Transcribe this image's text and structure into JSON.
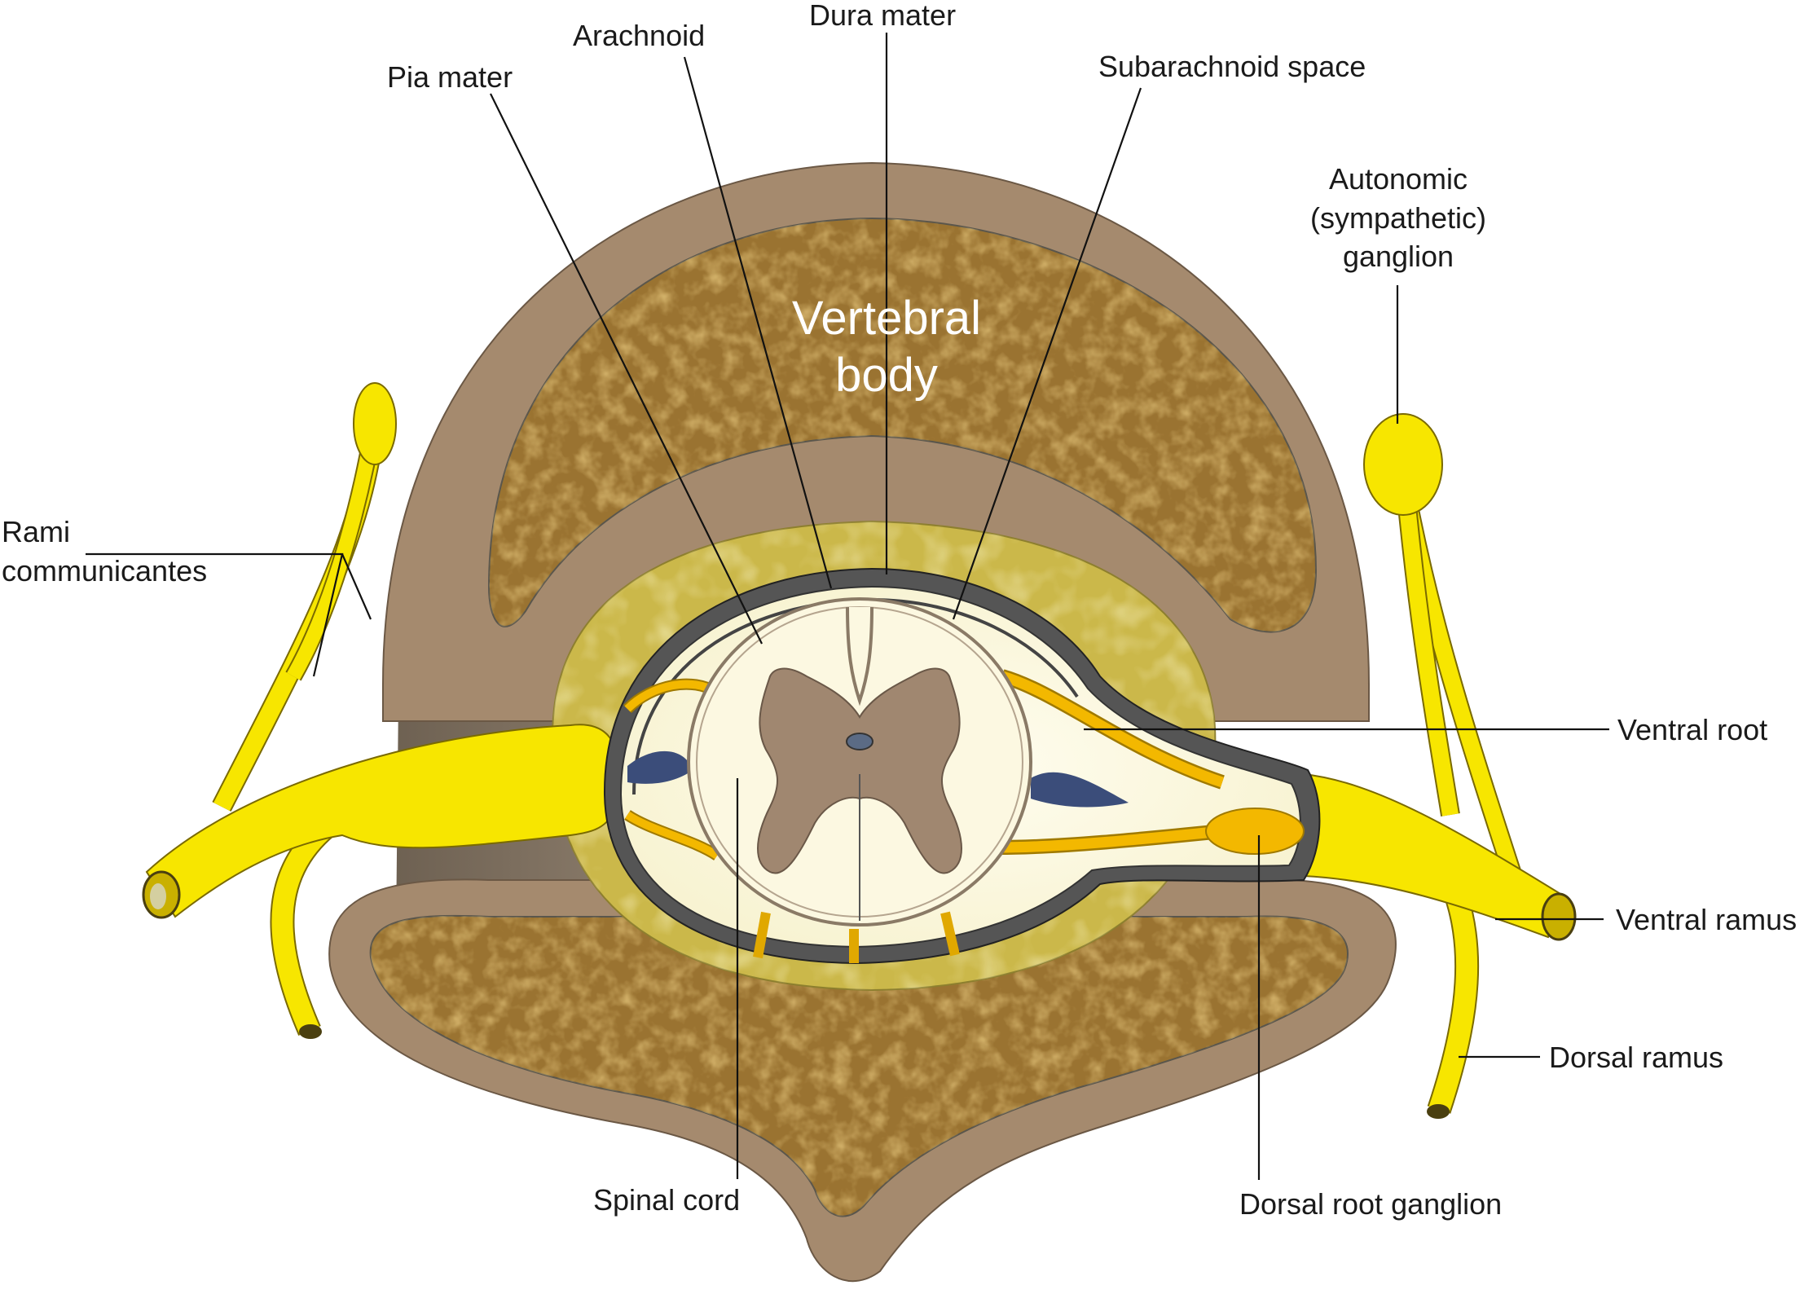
{
  "labels": {
    "pia_mater": "Pia mater",
    "arachnoid": "Arachnoid",
    "dura_mater": "Dura mater",
    "subarachnoid_space": "Subarachnoid space",
    "autonomic_line1": "Autonomic",
    "autonomic_line2": "(sympathetic)",
    "autonomic_line3": "ganglion",
    "rami_line1": "Rami",
    "rami_line2": "communicantes",
    "vertebral_body_line1": "Vertebral",
    "vertebral_body_line2": "body",
    "ventral_root": "Ventral root",
    "ventral_ramus": "Ventral ramus",
    "dorsal_ramus": "Dorsal ramus",
    "spinal_cord": "Spinal cord",
    "dorsal_root_ganglion": "Dorsal root ganglion"
  },
  "colors": {
    "bone_cortex": "#a58a6e",
    "bone_marrow": "#9a7331",
    "epidural_fat": "#cbb84a",
    "dura": "#555555",
    "csf": "#fbf8df",
    "nerve": "#f7e600",
    "nerve_root": "#f3b800",
    "gray_matter": "#a08770",
    "venous_space": "#3b4d7a"
  }
}
